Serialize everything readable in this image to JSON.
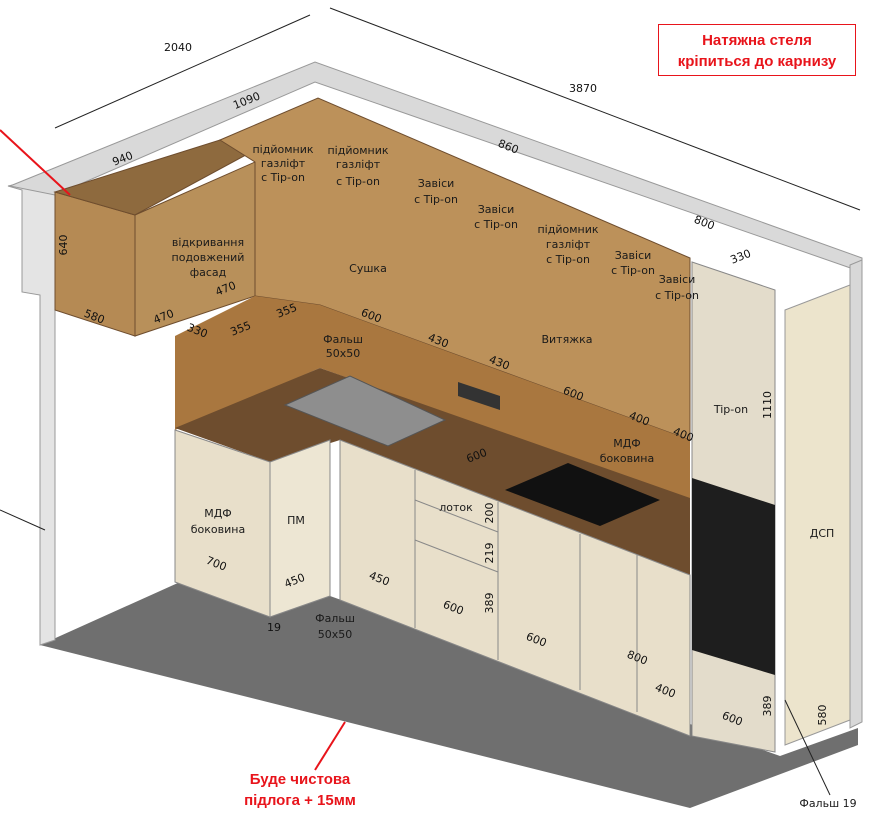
{
  "note": {
    "line1": "Натяжна стеля",
    "line2": "кріпиться до карнизу"
  },
  "floor_note": {
    "line1": "Буде чистова",
    "line2": "підлога + 15мм"
  },
  "colors": {
    "wood": "#b58a54",
    "wood_dark": "#6e4d2e",
    "beige": "#e8dfca",
    "wall": "#e6e6e6",
    "floor": "#6f6f6f",
    "accent_red": "#e8141b"
  },
  "dimensions": {
    "d2040": "2040",
    "d3870": "3870",
    "d1090": "1090",
    "d940": "940",
    "d860": "860",
    "d800": "800",
    "d330_top": "330",
    "d640": "640",
    "d580_upper": "580",
    "d470_a": "470",
    "d470_b": "470",
    "d330_upper": "330",
    "d355_a": "355",
    "d355_b": "355",
    "d600_upper": "600",
    "d430_a": "430",
    "d430_b": "430",
    "d600_hood": "600",
    "d400_a": "400",
    "d400_b": "400",
    "d1110": "1110",
    "d600_counter": "600",
    "d700": "700",
    "d450_a": "450",
    "d450_b": "450",
    "d19": "19",
    "d600_base_a": "600",
    "d600_base_b": "600",
    "d800_base": "800",
    "d400_base": "400",
    "d600_tall": "600",
    "d389_tall": "389",
    "d580_side": "580",
    "d200": "200",
    "d219": "219",
    "d389_drawer": "389"
  },
  "labels": {
    "extended_facade": [
      "відкривання",
      "подовжений",
      "фасад"
    ],
    "gaslift_1": [
      "підйомник",
      "газліфт",
      "с Tip-on"
    ],
    "gaslift_2": [
      "підйомник",
      "газліфт",
      "с Tip-on"
    ],
    "gaslift_3": [
      "підйомник",
      "газліфт",
      "с Tip-on"
    ],
    "dryer": "Сушка",
    "hinges_1": [
      "Завіси",
      "с Tip-on"
    ],
    "hinges_2": [
      "Завіси",
      "с Tip-on"
    ],
    "hinges_3": [
      "Завіси",
      "с Tip-on"
    ],
    "hinges_4": [
      "Завіси",
      "с Tip-on"
    ],
    "hood": "Витяжка",
    "false_panel_top": [
      "Фальш",
      "50x50"
    ],
    "false_panel_bottom": [
      "Фальш",
      "50x50"
    ],
    "tip_on": "Tip-on",
    "mdf_side_right": [
      "МДФ",
      "боковина"
    ],
    "mdf_side_left": [
      "МДФ",
      "боковина"
    ],
    "dishwasher": "ПМ",
    "tray": "лоток",
    "chipboard": "ДСП",
    "false_19": "Фальш 19"
  }
}
